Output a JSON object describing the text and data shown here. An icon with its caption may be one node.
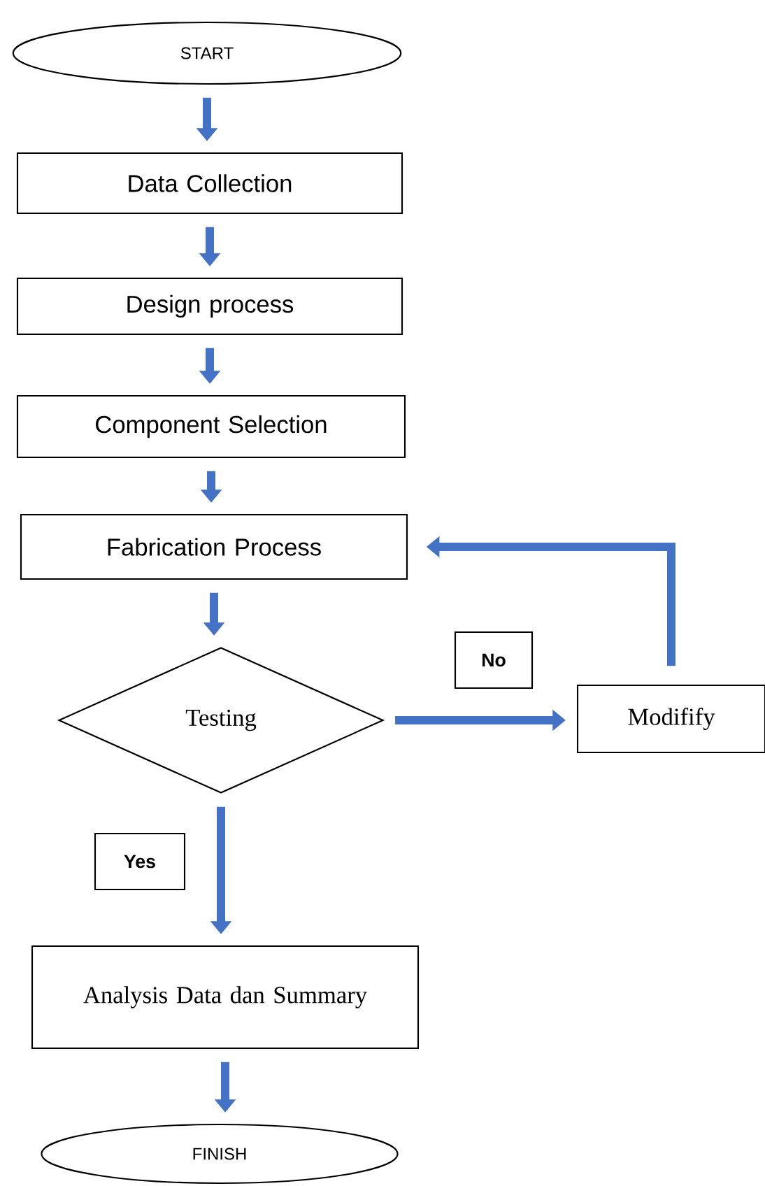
{
  "diagram": {
    "nodes": [
      {
        "text": [
          "START"
        ]
      },
      {
        "text": [
          "Data Collection"
        ]
      },
      {
        "text": [
          "Design process"
        ]
      },
      {
        "text": [
          "Component Selection"
        ]
      },
      {
        "text": [
          "Fabrication Process"
        ]
      },
      {
        "text": [
          "Testing"
        ]
      },
      {
        "text": [
          "Modifify"
        ]
      },
      {
        "text": [
          "Analysis Data dan Summary"
        ]
      },
      {
        "text": [
          "FINISH"
        ]
      }
    ],
    "edges": [
      {
        "from": 0,
        "to": 1,
        "arrow": "to"
      },
      {
        "from": 1,
        "to": 2,
        "arrow": "to"
      },
      {
        "from": 2,
        "to": 3,
        "arrow": "to"
      },
      {
        "from": 3,
        "to": 4,
        "arrow": "to"
      },
      {
        "from": 4,
        "to": 5,
        "arrow": "to"
      },
      {
        "from": 5,
        "to": 6,
        "arrow": "to",
        "label": "No"
      },
      {
        "from": 6,
        "to": 4,
        "arrow": "to"
      },
      {
        "from": 5,
        "to": 7,
        "arrow": "to",
        "label": "Yes"
      },
      {
        "from": 7,
        "to": 8,
        "arrow": "to"
      }
    ]
  }
}
